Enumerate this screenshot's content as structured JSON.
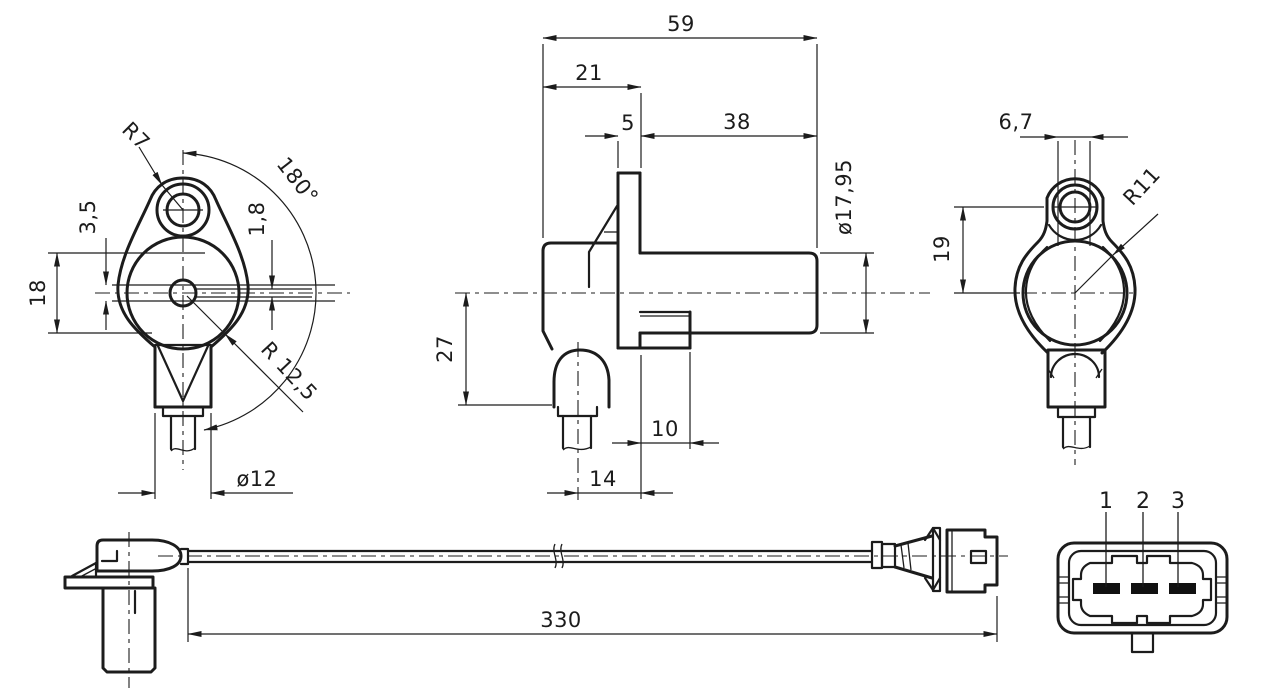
{
  "drawing_title": "crankshaft-position-sensor-dimensional-drawing",
  "colors": {
    "line": "#1c1c1c",
    "background": "#ffffff",
    "pin_fill": "#111111"
  },
  "views": {
    "front": {
      "radius_top_boss": "R7",
      "angle_cable_exit": "180°",
      "dim_slot_outer": "3,5",
      "dim_height": "18",
      "dim_slot_inner": "1,8",
      "radius_body": "R 12,5",
      "dia_neck": "ø12"
    },
    "side": {
      "dim_total_length": "59",
      "dim_body_to_flange": "21",
      "dim_flange_thickness": "5",
      "dim_barrel_length": "38",
      "dia_barrel": "ø17,95",
      "dim_body_height": "27",
      "dim_step": "10",
      "dim_cable_offset": "14"
    },
    "rear": {
      "dim_hole": "6,7",
      "radius_body": "R11",
      "dim_centers": "19"
    },
    "cable": {
      "dim_cable_length": "330"
    },
    "connector": {
      "pins": [
        "1",
        "2",
        "3"
      ]
    }
  }
}
